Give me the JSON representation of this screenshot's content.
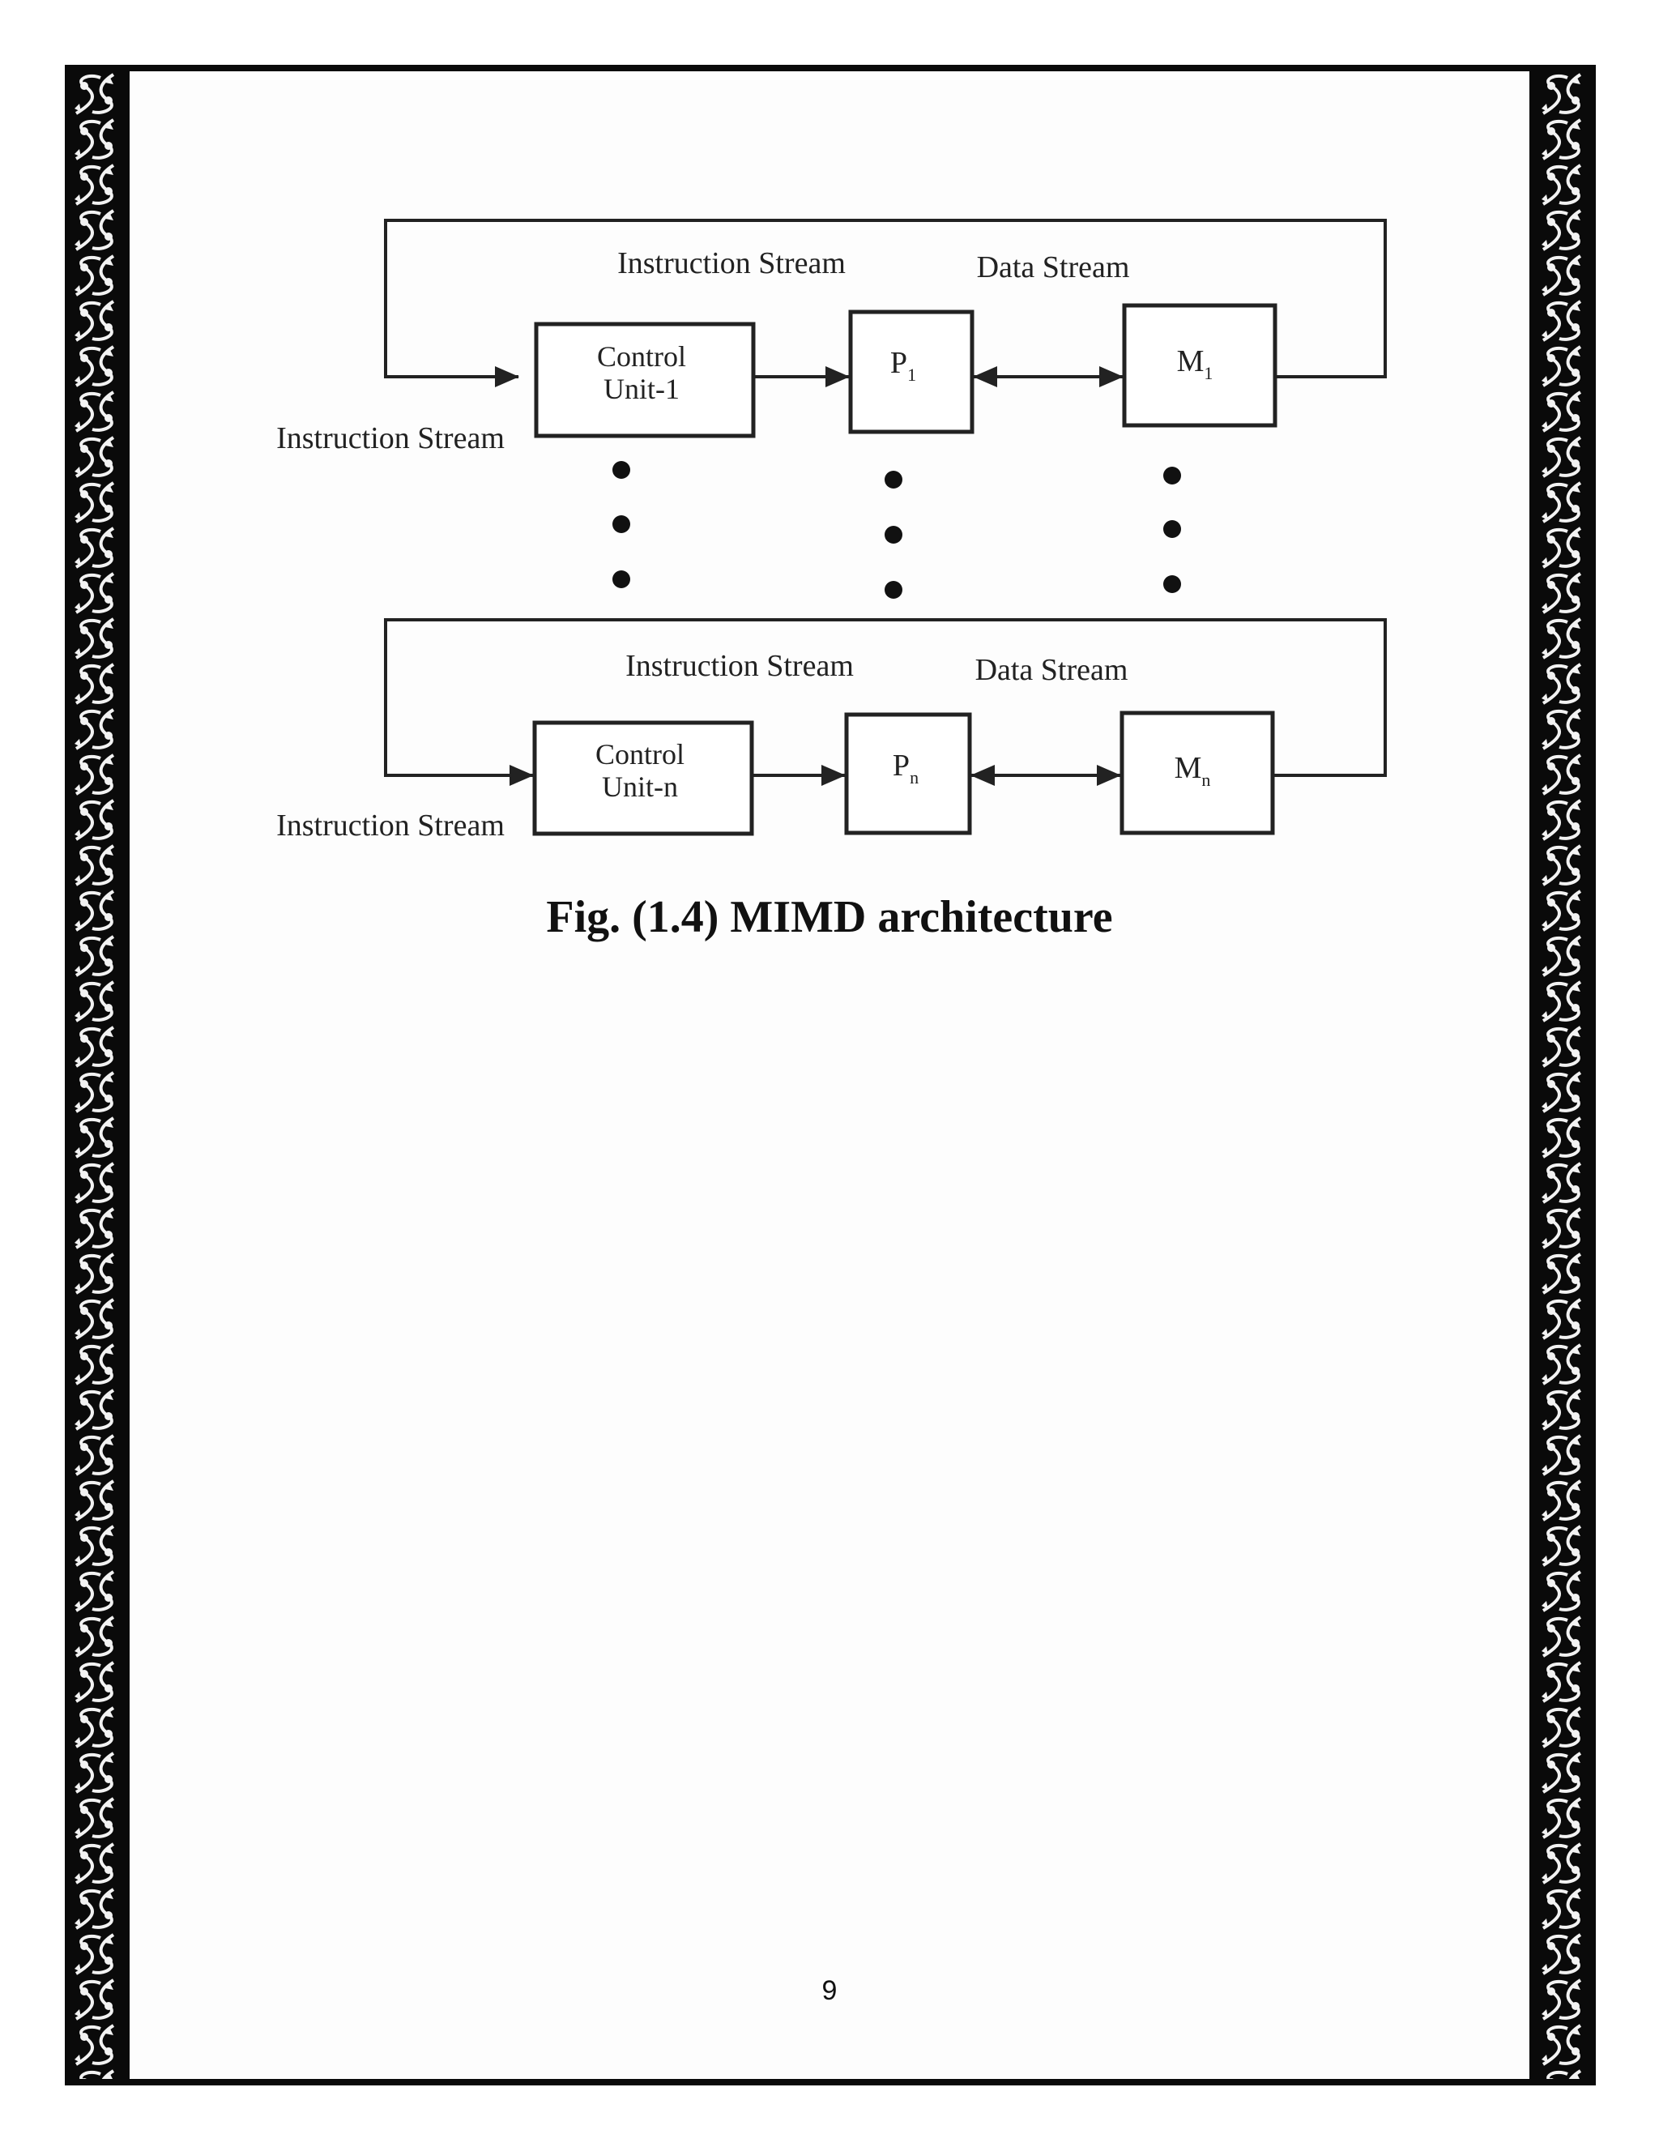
{
  "diagram": {
    "top_group": {
      "instruction_stream_top": "Instruction Stream",
      "data_stream": "Data Stream",
      "control_unit_line1": "Control",
      "control_unit_line2": "Unit-1",
      "processor": "P",
      "processor_sub": "1",
      "memory": "M",
      "memory_sub": "1",
      "instruction_stream_side": "Instruction Stream"
    },
    "bottom_group": {
      "instruction_stream_top": "Instruction Stream",
      "data_stream": "Data Stream",
      "control_unit_line1": "Control",
      "control_unit_line2": "Unit-n",
      "processor": "P",
      "processor_sub": "n",
      "memory": "M",
      "memory_sub": "n",
      "instruction_stream_side": "Instruction Stream"
    }
  },
  "caption": "Fig. (1.4) MIMD architecture",
  "page_number": "9"
}
